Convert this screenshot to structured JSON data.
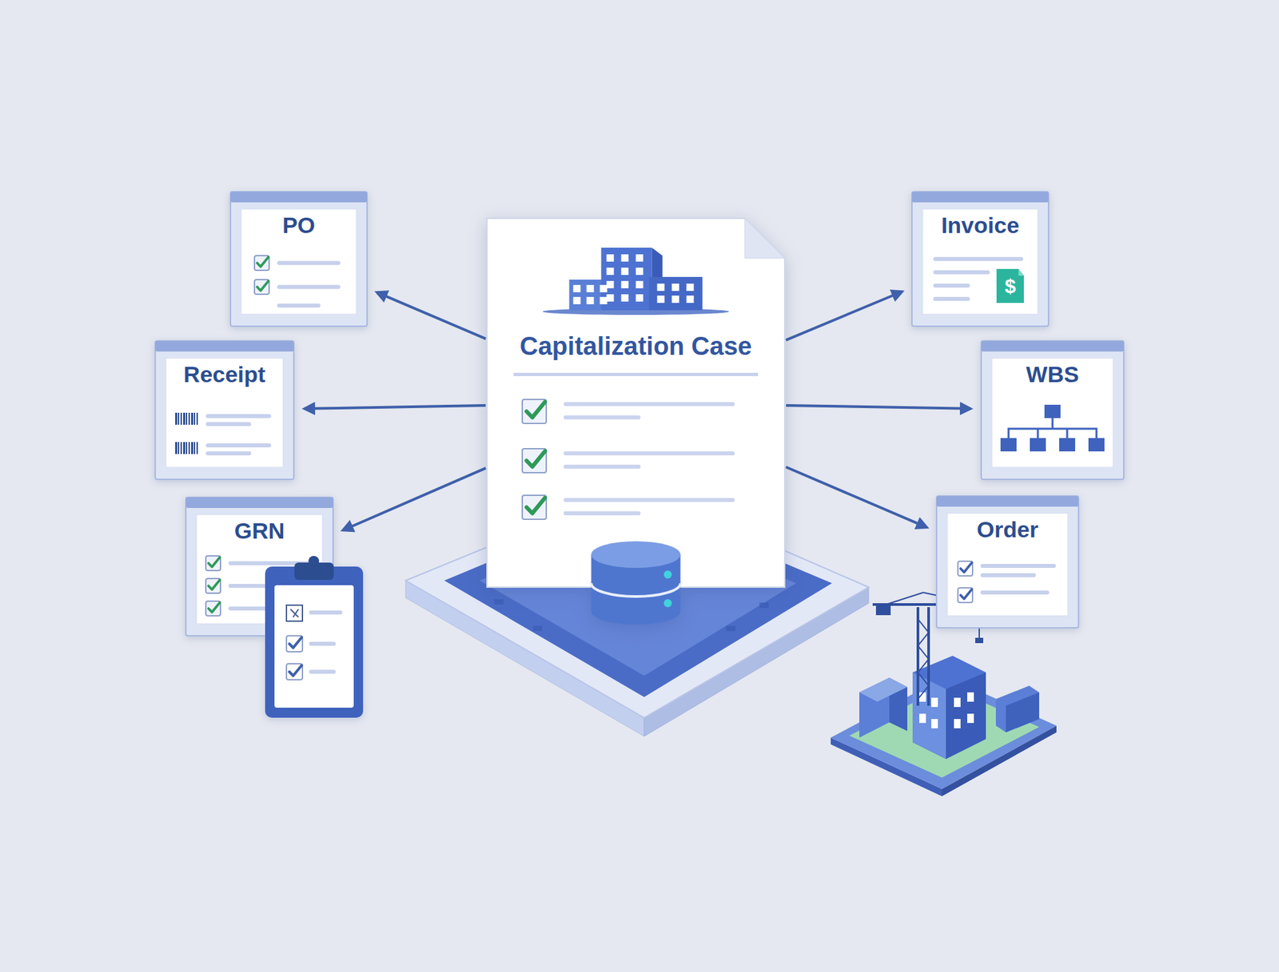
{
  "diagram": {
    "nodes": [
      {
        "text": [
          "Capitalization Case"
        ]
      },
      {
        "text": [
          "PO"
        ]
      },
      {
        "text": [
          "Invoice"
        ]
      },
      {
        "text": [
          "Receipt"
        ]
      },
      {
        "text": [
          "WBS"
        ]
      },
      {
        "text": [
          "GRN"
        ]
      },
      {
        "text": [
          "Order"
        ]
      }
    ],
    "edges": [
      {
        "from": 0,
        "to": 1,
        "arrow": "to"
      },
      {
        "from": 0,
        "to": 2,
        "arrow": "to"
      },
      {
        "from": 0,
        "to": 3,
        "arrow": "to"
      },
      {
        "from": 0,
        "to": 4,
        "arrow": "to"
      },
      {
        "from": 0,
        "to": 5,
        "arrow": "to"
      },
      {
        "from": 0,
        "to": 6,
        "arrow": "to"
      }
    ],
    "labels": [
      "$"
    ]
  }
}
